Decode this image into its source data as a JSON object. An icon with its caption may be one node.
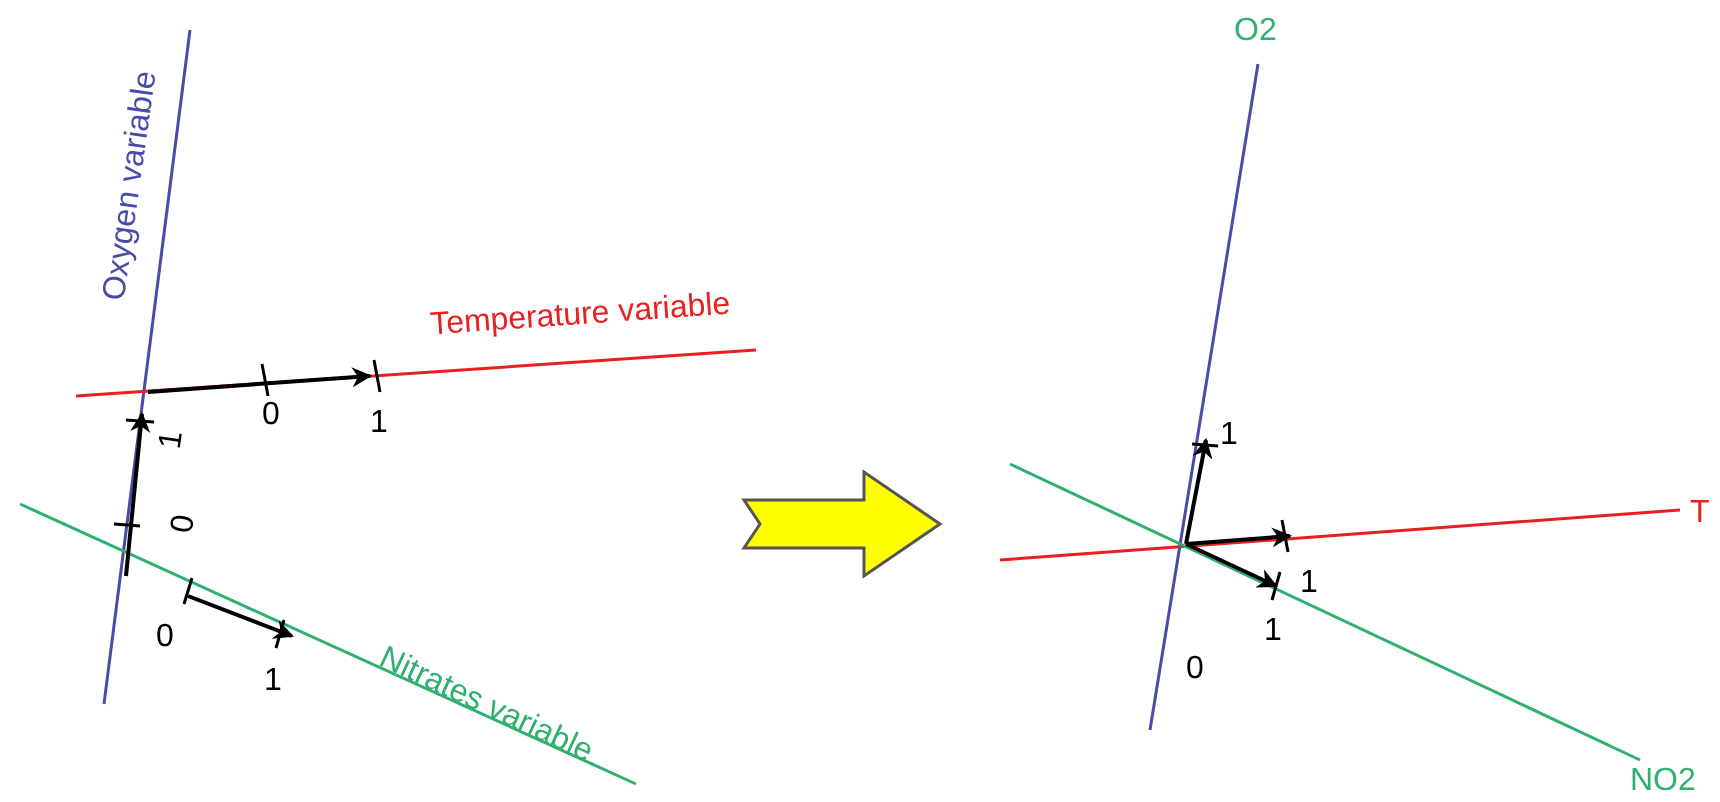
{
  "diagram": {
    "labels": [
      "Oxygen variable",
      "Temperature variable",
      "1",
      "0",
      "1",
      "0",
      "0",
      "1",
      "Nitrates variable",
      "O2",
      "1",
      "T",
      "0",
      "1",
      "1",
      "NO2"
    ]
  }
}
